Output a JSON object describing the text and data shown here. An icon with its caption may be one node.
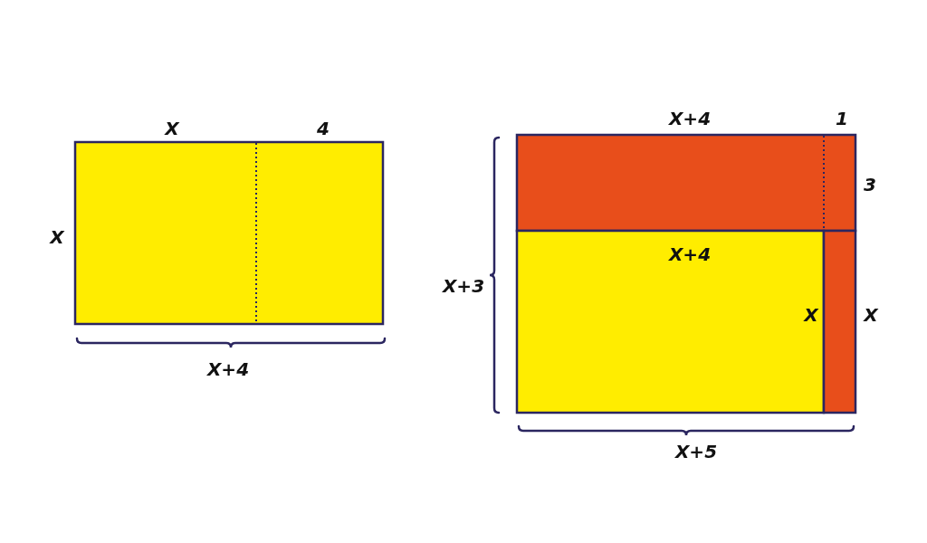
{
  "diagram": {
    "labels": [
      "X",
      "4",
      "X+4",
      "1",
      "3",
      "X",
      "X+4",
      "X+3",
      "X",
      "X",
      "X+4",
      "X+5"
    ]
  }
}
